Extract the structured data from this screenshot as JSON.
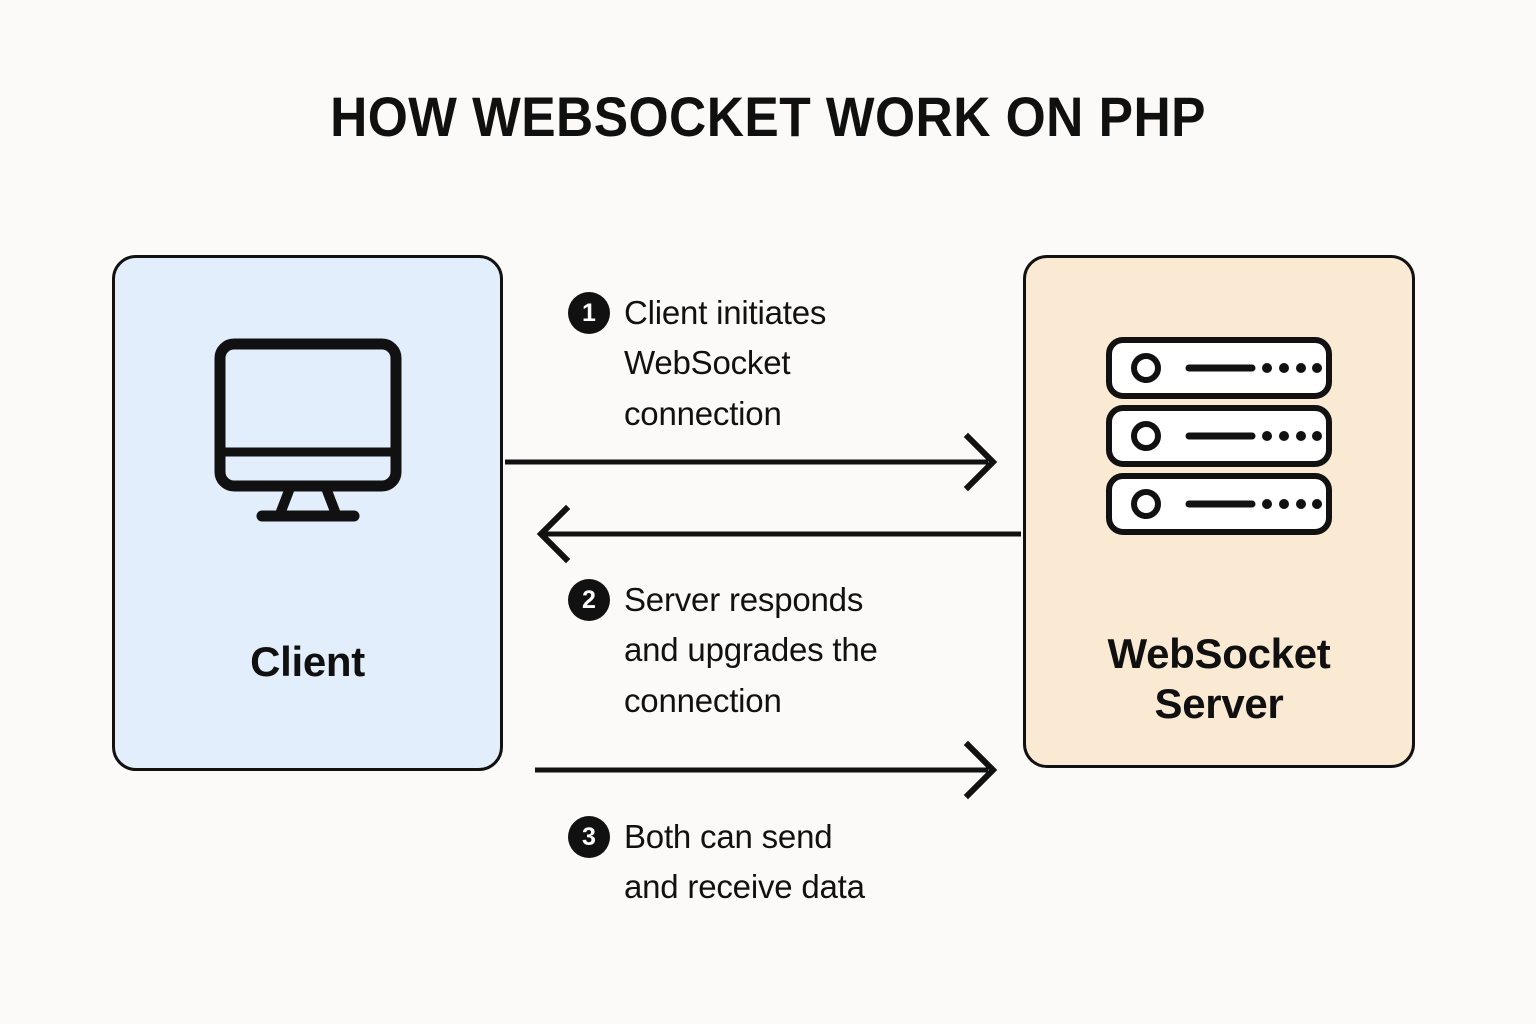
{
  "page": {
    "title": "HOW WEBSOCKET WORK ON PHP",
    "background_color": "#fbfaf8"
  },
  "nodes": {
    "client": {
      "label": "Client",
      "icon": "desktop-monitor-icon",
      "fill_color": "#e2eefb",
      "border_color": "#111111"
    },
    "server": {
      "label_line1": "WebSocket",
      "label_line2": "Server",
      "label": "WebSocket Server",
      "icon": "server-rack-icon",
      "fill_color": "#fbead3",
      "border_color": "#111111",
      "rack_count": 3,
      "dots_per_rack": 4
    }
  },
  "steps": [
    {
      "number": "1",
      "lines": [
        "Client initiates",
        "WebSocket",
        "connection"
      ],
      "text": "Client initiates WebSocket connection",
      "direction": "client-to-server"
    },
    {
      "number": "2",
      "lines": [
        "Server responds",
        "and upgrades the",
        "connection"
      ],
      "text": "Server responds and upgrades the connection",
      "direction": "server-to-client"
    },
    {
      "number": "3",
      "lines": [
        "Both can send",
        "and receive data"
      ],
      "text": "Both can send and receive data",
      "direction": "client-to-server"
    }
  ],
  "arrows": [
    {
      "name": "arrow-client-to-server-1",
      "direction": "right"
    },
    {
      "name": "arrow-server-to-client-2",
      "direction": "left"
    },
    {
      "name": "arrow-client-to-server-3",
      "direction": "right"
    }
  ],
  "colors": {
    "stroke": "#111111",
    "client_fill": "#e2eefb",
    "server_fill": "#fbead3",
    "badge_fill": "#111111",
    "badge_text": "#ffffff"
  }
}
